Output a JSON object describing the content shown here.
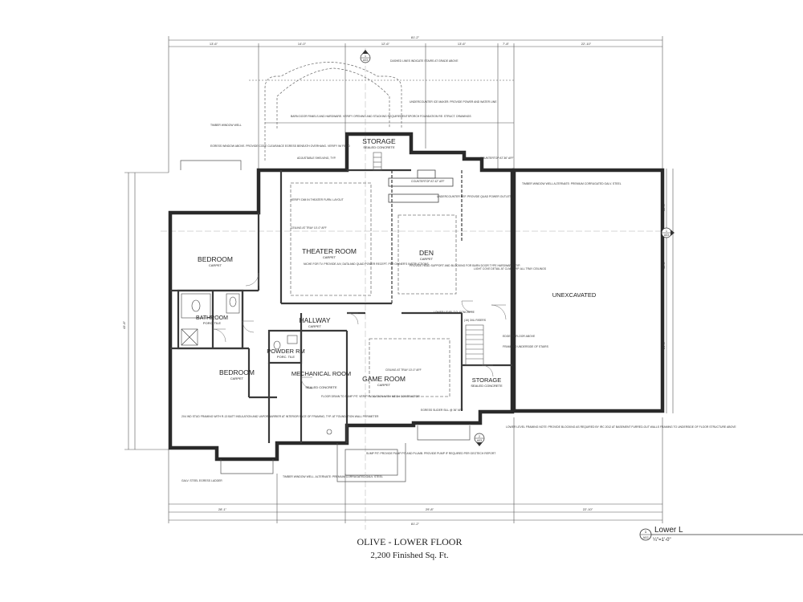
{
  "sheet": {
    "title": "OLIVE - LOWER FLOOR",
    "subtitle": "2,200 Finished Sq. Ft.",
    "view_label": "Lower L",
    "view_number": "1",
    "view_sheet": "A02",
    "view_scale": "¼\"=1'-0\""
  },
  "rooms": [
    {
      "id": "storage-top",
      "name": "STORAGE",
      "finish": "SEALED CONCRETE"
    },
    {
      "id": "theater",
      "name": "THEATER ROOM",
      "finish": "CARPET"
    },
    {
      "id": "den",
      "name": "DEN",
      "finish": "CARPET"
    },
    {
      "id": "bedroom-1",
      "name": "BEDROOM",
      "finish": "CARPET"
    },
    {
      "id": "bathroom",
      "name": "BATHROOM",
      "finish": "PORC. TILE"
    },
    {
      "id": "hallway",
      "name": "HALLWAY",
      "finish": "CARPET"
    },
    {
      "id": "powder",
      "name": "POWDER RM",
      "finish": "PORC. TILE"
    },
    {
      "id": "bedroom-2",
      "name": "BEDROOM",
      "finish": "CARPET"
    },
    {
      "id": "mechanical",
      "name": "MECHANICAL ROOM",
      "finish": "SEALED CONCRETE"
    },
    {
      "id": "game",
      "name": "GAME ROOM",
      "finish": "CARPET"
    },
    {
      "id": "storage-right",
      "name": "STORAGE",
      "finish": "SEALED CONCRETE"
    },
    {
      "id": "unexcavated",
      "name": "UNEXCAVATED",
      "finish": ""
    }
  ],
  "notes": [
    "DASHED LINES INDICATE STAIRS AT GRADE ABOVE",
    "UNDERCOUNTER ICE MAKER. PROVIDE POWER AND WATER LINE",
    "PORCH FOUNDATION RE: STRUCT. DRAWINGS",
    "BARN DOOR PANELS AND HARDWARE. VERIFY OPENING AND STACKING REQUIREMENTS",
    "TIMBER WINDOW WELL",
    "EGRESS WINDOW ABOVE. PROVIDE CODE CLEARANCE EGRESS BENEATH OVERHANG. VERIFY W/ FIELD",
    "ADJUSTABLE SHELVING, TYP.",
    "COUNTERTOP AT 36\" AFF",
    "COUNTERTOP AT 42\" AFF",
    "UNDERCOUNTER REF. PROVIDE QUAD POWER OUTLET",
    "TIMBER WINDOW WELL ALTERNATE: PREMIUM CORRUGATED GALV. STEEL",
    "VERIFY DIM IN THEATER FURN. LAYOUT",
    "CEILING AT TRAY 10'-0\" AFF",
    "NICHE FOR TV. PROVIDE A/V, DATA AND QUAD POWER RECEPT. PER OWNER'S INSTRUCTIONS",
    "PROVIDE HEAD SUPPORT AND BLOCKING FOR BARN DOOR TYPE HARDWARE, TYP.",
    "LIGHT COVE DETAIL AT CLNG. TYP. ALL TRAY CEILINGS",
    "EDGE OF FLOOR ABOVE",
    "FRAME TO UNDERSIDE OF STAIRS",
    "2X4 WD STUD FRAMING WITH R-13 BATT INSULATION AND VAPOR BARRIER AT INTERIOR FACE OF FRAMING, TYP. AT FOUNDATION WALL PERIMETER",
    "FLOOR DRAIN TO SUMP PIT. VERIFY LOCATION WITH MECH CONTRACTOR",
    "SUMP PIT: PROVIDE PUMP PIT AND PLUMB. PROVIDE PUMP IF REQUIRED PER GEOTECH REPORT",
    "TIMBER WINDOW WELL. ALTERNATE: PREMIUM CORRUGATED GALV. STEEL",
    "LOWER LEVEL FRAMING NOTE: PROVIDE BLOCKING AS REQUIRED BY IRC 2012 AT BASEMENT FURRED-OUT WALLS FRAMING TO UNDERSIDE OF FLOOR STRUCTURE ABOVE",
    "CEILING AT TRAY 10'-0\" AFF",
    "EGRESS SLIDER SILL @ 36\" AFF",
    "GALV. STEEL EGRESS LADDER",
    "LOWER LEVEL T.O. CONCRETE",
    "(16) 3/4L RISERS"
  ],
  "dimensions": {
    "overall_top": "81'-2\"",
    "overall_bottom": "81'-2\"",
    "overall_left": "43'-8\"",
    "top": [
      "13'-6\"",
      "14'-0\"",
      "12'-6\"",
      "13'-6\"",
      "7'-8\"",
      "22'-10\""
    ],
    "bottom": [
      "28'-1\"",
      "29'-8\"",
      "22'-10\""
    ],
    "right": [
      "12'-0\"",
      "11'-8\"",
      "20'-0\""
    ]
  },
  "section_markers": [
    {
      "id": "top",
      "num": "1",
      "sheet": "A03"
    },
    {
      "id": "right",
      "num": "1",
      "sheet": "A03"
    },
    {
      "id": "bottom",
      "num": "2",
      "sheet": "A03"
    }
  ]
}
